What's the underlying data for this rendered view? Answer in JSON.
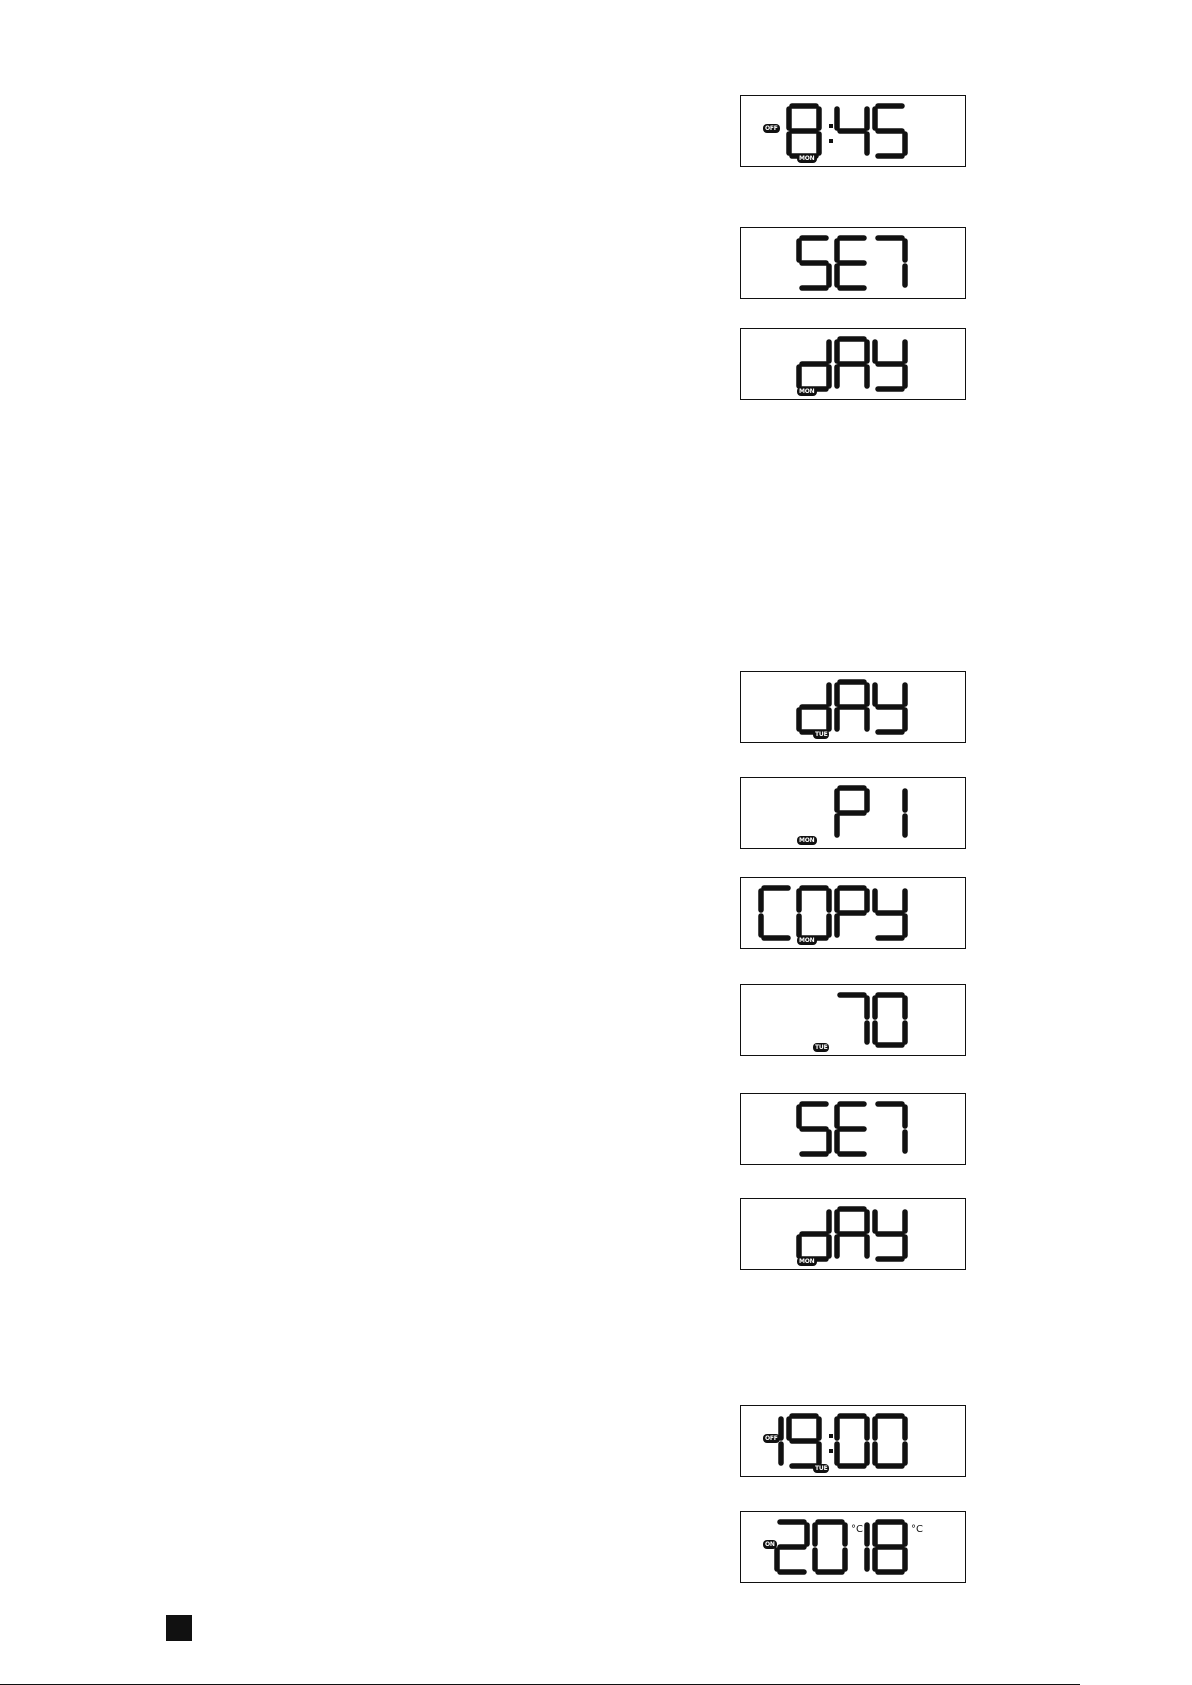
{
  "displays": [
    {
      "text": "8:45",
      "mode": "OFF",
      "day": "MON"
    },
    {
      "text": "SET",
      "mode": "",
      "day": ""
    },
    {
      "text": "dAY",
      "mode": "",
      "day": "MON"
    },
    {
      "text": "dAY",
      "mode": "",
      "day": "TUE"
    },
    {
      "text": "P1",
      "mode": "",
      "day": "MON"
    },
    {
      "text": "COPY",
      "mode": "",
      "day": "MON"
    },
    {
      "text": "70",
      "mode": "",
      "day": "TUE"
    },
    {
      "text": "SET",
      "mode": "",
      "day": ""
    },
    {
      "text": "dAY",
      "mode": "",
      "day": "MON"
    },
    {
      "text": "19:00",
      "mode": "OFF",
      "day": "TUE"
    },
    {
      "text": "20",
      "mode": "ON",
      "day": "",
      "unit": "°C",
      "text2": "18",
      "unit2": "°C"
    }
  ]
}
